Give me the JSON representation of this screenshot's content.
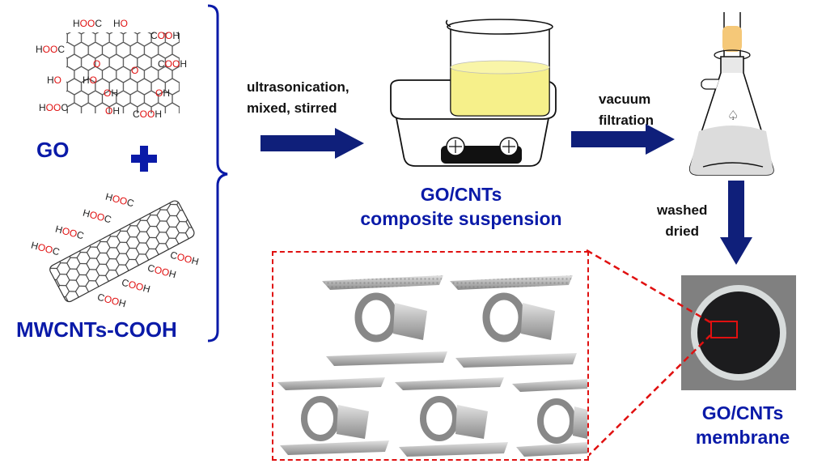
{
  "colors": {
    "title_blue": "#0a1aa8",
    "arrow_navy": "#0f1f7a",
    "dashed_red": "#e01010",
    "liquid_yellow": "#f6f08a",
    "cork_tan": "#f5c878",
    "membrane_bg": "#808080",
    "membrane_dark": "#1c1c1e",
    "oxygen_red": "#e01010"
  },
  "reactants": {
    "go": {
      "label": "GO",
      "groups": [
        "HOOC",
        "HO",
        "COOH",
        "HOOC",
        "COOH",
        "O",
        "O",
        "HO",
        "HO",
        "OH",
        "OH",
        "HOOC",
        "OH",
        "COOH"
      ]
    },
    "plus_icon": "plus-icon",
    "mwcnt": {
      "label": "MWCNTs-COOH",
      "left_groups": [
        "HOOC",
        "HOOC",
        "HOOC",
        "HOOC"
      ],
      "right_groups": [
        "COOH",
        "COOH",
        "COOH",
        "COOH"
      ]
    }
  },
  "steps": {
    "step1": {
      "line1": "ultrasonication,",
      "line2": "mixed, stirred"
    },
    "step2": {
      "line1": "vacuum",
      "line2": "filtration"
    },
    "step3": {
      "line1": "washed",
      "line2": "dried"
    }
  },
  "suspension": {
    "line1": "GO/CNTs",
    "line2": "composite suspension"
  },
  "membrane": {
    "line1": "GO/CNTs",
    "line2": "membrane"
  },
  "icons": {
    "beaker": "beaker-icon",
    "stirrer": "hot-plate-stirrer-icon",
    "flask": "filter-flask-icon",
    "arrow": "arrow-right-icon"
  }
}
